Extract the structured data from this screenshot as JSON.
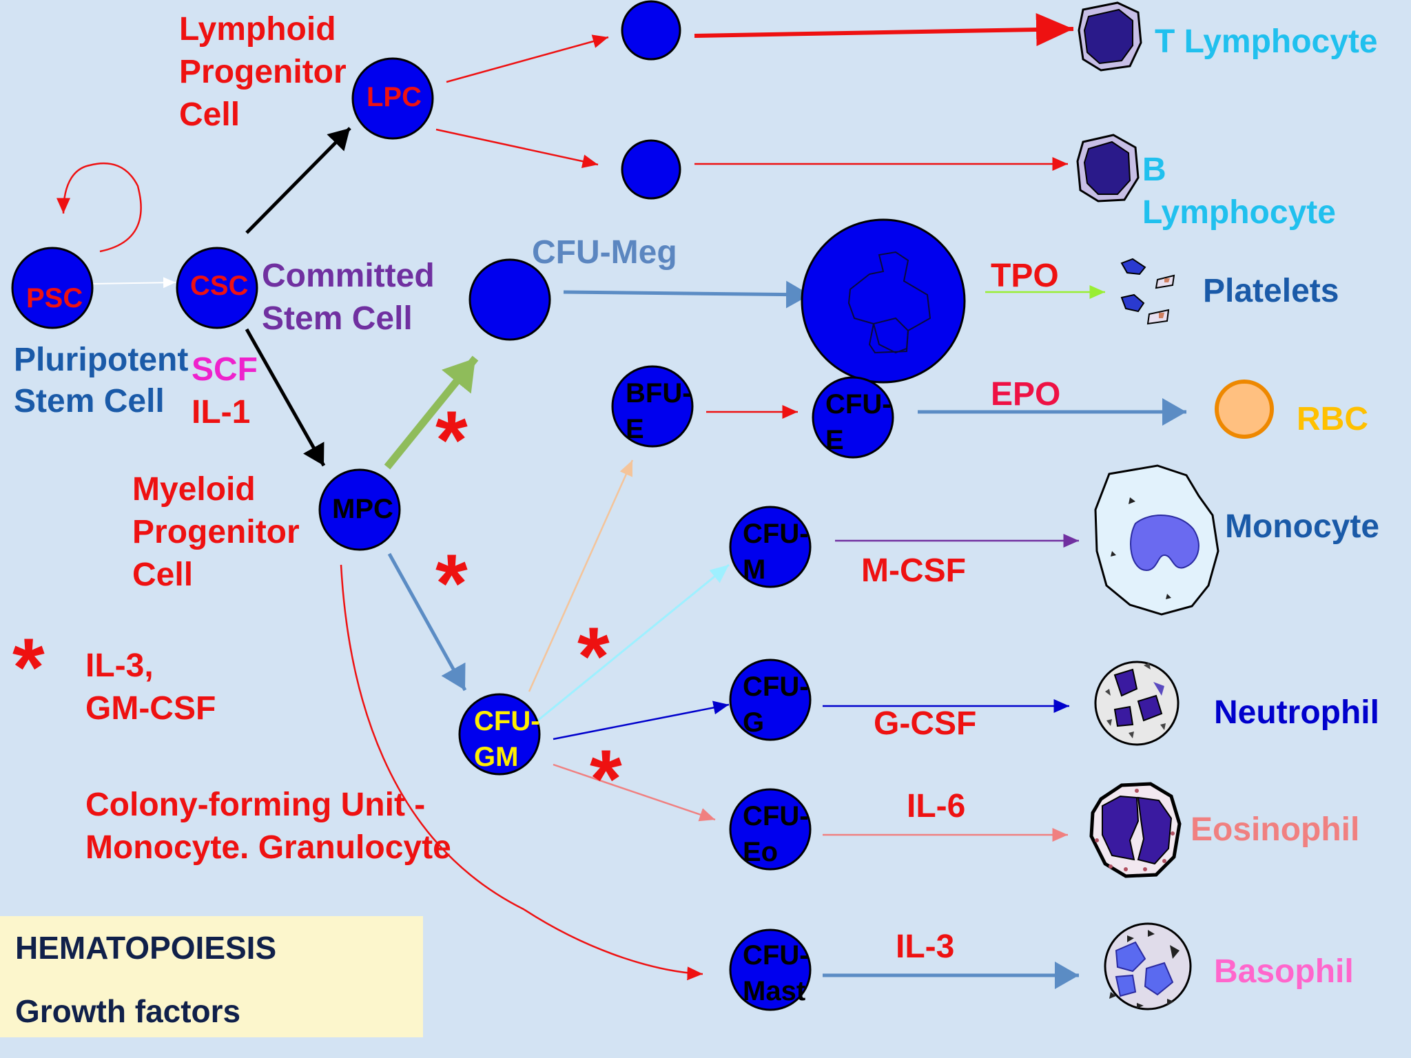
{
  "colors": {
    "background": "#d3e3f3",
    "cell_fill": "#0000ee",
    "red": "#ee1111",
    "blue_arrow": "#5b8cc4",
    "green_arrow": "#8fbc5a",
    "purple": "#7030a0",
    "cyan": "#20c0ee",
    "navy": "#003da5",
    "steel": "#5b86c0",
    "magenta": "#ee22cc",
    "orange": "#ffc000",
    "pink": "#f08080",
    "violet": "#ff66cc",
    "box_fill": "#fcf6cc"
  },
  "nodes": {
    "psc": "PSC",
    "csc": "CSC",
    "lpc": "LPC",
    "mpc": "MPC",
    "bfu_e": [
      "BFU-",
      "E"
    ],
    "cfu_e": [
      "CFU-",
      "E"
    ],
    "cfu_m": [
      "CFU-",
      "M"
    ],
    "cfu_gm": [
      "CFU-",
      "GM"
    ],
    "cfu_g": [
      "CFU-",
      "G"
    ],
    "cfu_eo": [
      "CFU-",
      "Eo"
    ],
    "cfu_mast": [
      "CFU-",
      "Mast"
    ]
  },
  "labels": {
    "lymphoid": [
      "Lymphoid",
      "Progenitor",
      "Cell"
    ],
    "committed": [
      "Committed",
      "Stem Cell"
    ],
    "pluripotent": [
      "Pluripotent",
      "Stem Cell"
    ],
    "scf": "SCF",
    "il1": "IL-1",
    "myeloid": [
      "Myeloid",
      "Progenitor",
      "Cell"
    ],
    "cfu_meg": "CFU-Meg",
    "legend_star": "*",
    "legend_text": [
      "IL-3,",
      "GM-CSF"
    ],
    "colony": [
      "Colony-forming Unit -",
      "Monocyte. Granulocyte"
    ]
  },
  "factors": {
    "tpo": "TPO",
    "epo": "EPO",
    "mcsf": "M-CSF",
    "gcsf": "G-CSF",
    "il6": "IL-6",
    "il3": "IL-3"
  },
  "outputs": {
    "t_lymphocyte": "T Lymphocyte",
    "b_lymphocyte": [
      "B",
      "Lymphocyte"
    ],
    "platelets": "Platelets",
    "rbc": "RBC",
    "monocyte": "Monocyte",
    "neutrophil": "Neutrophil",
    "eosinophil": "Eosinophil",
    "basophil": "Basophil"
  },
  "stars": [
    "*",
    "*",
    "*",
    "*"
  ],
  "box": {
    "title": "HEMATOPOIESIS",
    "subtitle": "Growth factors"
  }
}
